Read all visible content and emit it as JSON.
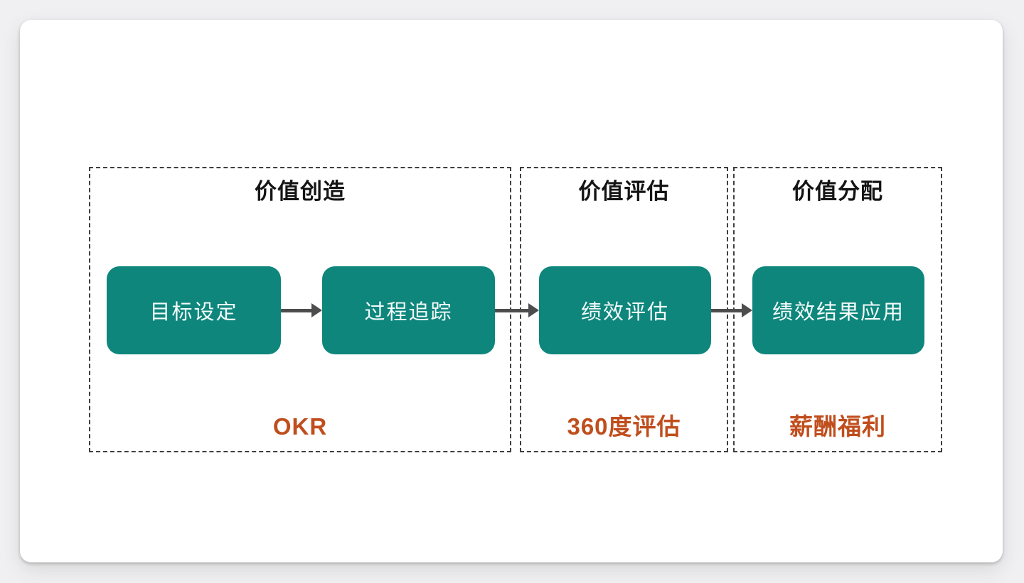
{
  "colors": {
    "page_bg": "#f0f0f2",
    "card_bg": "#ffffff",
    "node_fill": "#0e867c",
    "node_text": "#f4fbfa",
    "label_accent": "#c04e1d",
    "title_text": "#141414",
    "arrow": "#4d4d4d",
    "border_dash": "#3f3f3f"
  },
  "diagram": {
    "sections": [
      {
        "title": "价值创造",
        "label": "OKR",
        "nodes": [
          "目标设定",
          "过程追踪"
        ]
      },
      {
        "title": "价值评估",
        "label": "360度评估",
        "nodes": [
          "绩效评估"
        ]
      },
      {
        "title": "价值分配",
        "label": "薪酬福利",
        "nodes": [
          "绩效结果应用"
        ]
      }
    ]
  }
}
